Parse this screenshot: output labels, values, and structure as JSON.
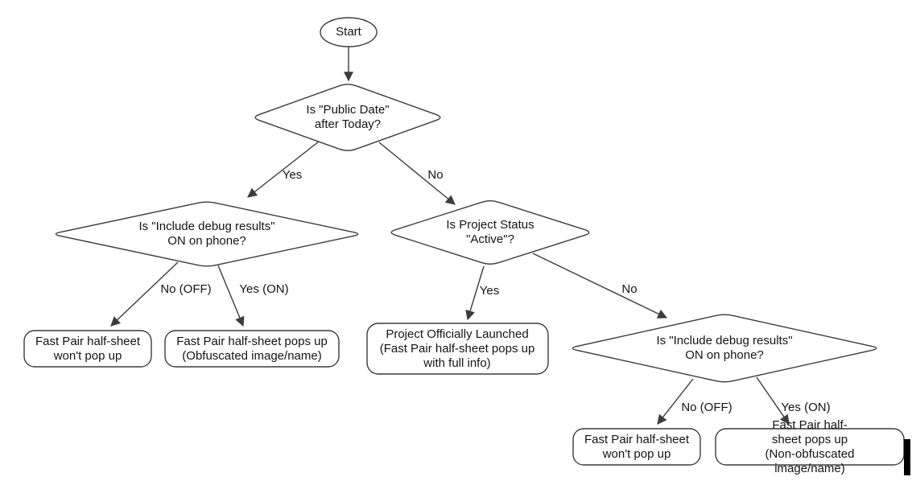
{
  "diagram": {
    "nodes": {
      "start": "Start",
      "q_public_date": "Is \"Public Date\"\nafter Today?",
      "q_debug_left": "Is \"Include debug results\"\nON on phone?",
      "q_project_status": "Is Project Status\n\"Active\"?",
      "q_debug_right": "Is \"Include debug results\"\nON on phone?",
      "out_no_popup_left": "Fast Pair half-sheet\nwon't pop up",
      "out_obfuscated": "Fast Pair half-sheet pops up\n(Obfuscated image/name)",
      "out_launched": "Project Officially Launched\n(Fast Pair half-sheet pops up\nwith full info)",
      "out_no_popup_right": "Fast Pair half-sheet\nwon't pop up",
      "out_non_obfuscated": "Fast Pair half-sheet pops up\n(Non-obfuscated image/name)"
    },
    "edge_labels": {
      "yes_top": "Yes",
      "no_top": "No",
      "no_off_left": "No (OFF)",
      "yes_on_left": "Yes (ON)",
      "yes_mid": "Yes",
      "no_mid": "No",
      "no_off_right": "No (OFF)",
      "yes_on_right": "Yes (ON)"
    },
    "colors": {
      "stroke": "#3c3c3c",
      "text": "#141414",
      "background": "#ffffff"
    }
  }
}
